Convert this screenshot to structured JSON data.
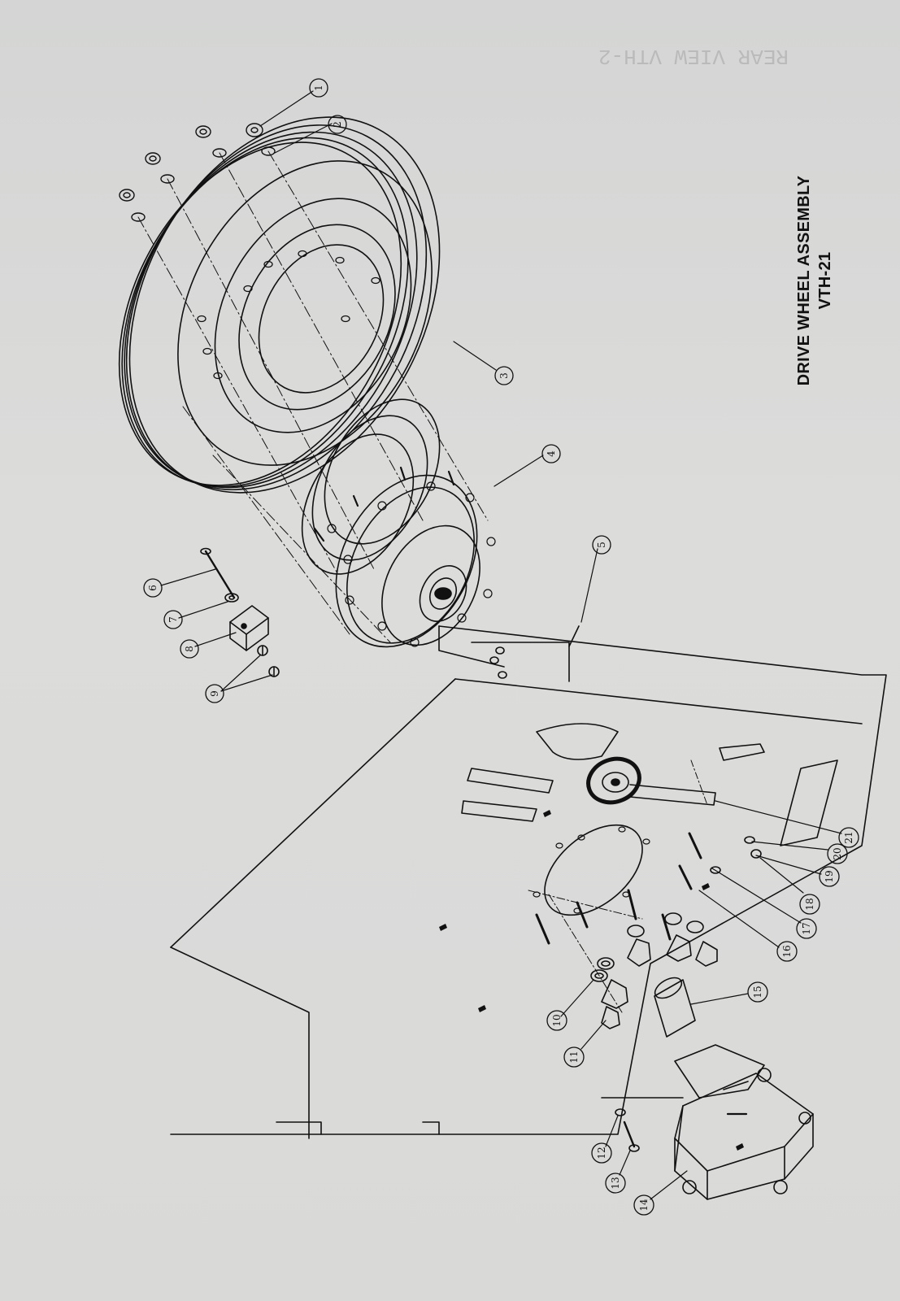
{
  "title": {
    "line1": "DRIVE WHEEL ASSEMBLY",
    "line2": "VTH-21"
  },
  "callouts": [
    {
      "id": "callout-1",
      "label": "1"
    },
    {
      "id": "callout-2",
      "label": "2"
    },
    {
      "id": "callout-3",
      "label": "3"
    },
    {
      "id": "callout-4",
      "label": "4"
    },
    {
      "id": "callout-5",
      "label": "5"
    },
    {
      "id": "callout-6",
      "label": "6"
    },
    {
      "id": "callout-7",
      "label": "7"
    },
    {
      "id": "callout-8",
      "label": "8"
    },
    {
      "id": "callout-9",
      "label": "9"
    },
    {
      "id": "callout-10",
      "label": "10"
    },
    {
      "id": "callout-11",
      "label": "11"
    },
    {
      "id": "callout-12",
      "label": "12"
    },
    {
      "id": "callout-13",
      "label": "13"
    },
    {
      "id": "callout-14",
      "label": "14"
    },
    {
      "id": "callout-15",
      "label": "15"
    },
    {
      "id": "callout-16",
      "label": "16"
    },
    {
      "id": "callout-17",
      "label": "17"
    },
    {
      "id": "callout-18",
      "label": "18"
    },
    {
      "id": "callout-19",
      "label": "19"
    },
    {
      "id": "callout-20",
      "label": "20"
    },
    {
      "id": "callout-21",
      "label": "21"
    }
  ],
  "colors": {
    "paper": "#d8d8d8",
    "ink": "#111111"
  }
}
